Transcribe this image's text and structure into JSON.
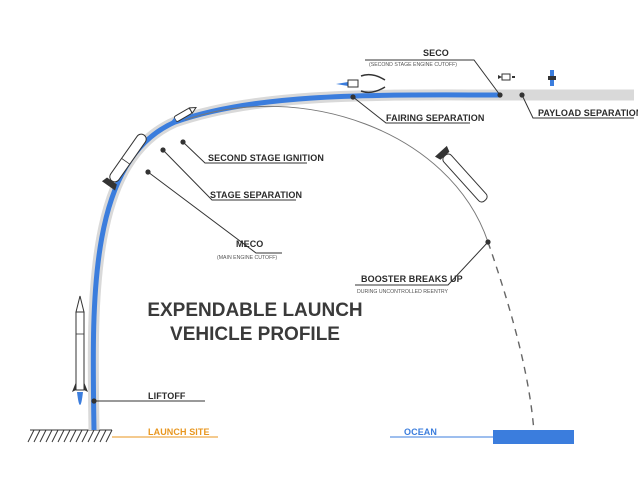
{
  "title": {
    "line1": "EXPENDABLE LAUNCH",
    "line2": "VEHICLE PROFILE"
  },
  "events": {
    "liftoff": "LIFTOFF",
    "launch_site": "LAUNCH SITE",
    "meco": "MECO",
    "meco_sub": "(MAIN ENGINE CUTOFF)",
    "stage_separation": "STAGE SEPARATION",
    "second_stage_ignition": "SECOND STAGE IGNITION",
    "fairing_separation": "FAIRING SEPARATION",
    "seco": "SECO",
    "seco_sub": "(SECOND STAGE ENGINE CUTOFF)",
    "payload_separation": "PAYLOAD SEPARATION",
    "booster_breaks_up": "BOOSTER BREAKS UP",
    "booster_sub": "DURING UNCONTROLLED REENTRY",
    "ocean": "OCEAN"
  },
  "colors": {
    "trajectory": "#3b7ddd",
    "trajectory_halo": "#d9d9d9",
    "launch_site": "#e8961e",
    "ocean": "#3b7ddd",
    "leader_line": "#333333",
    "text": "#2b2b2b"
  }
}
